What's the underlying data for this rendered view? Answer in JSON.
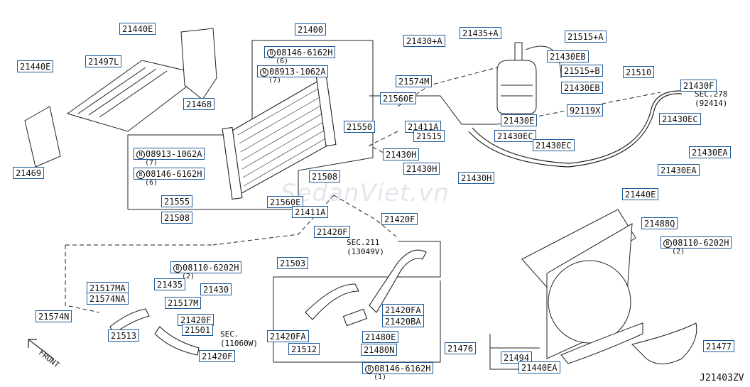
{
  "diagram": {
    "code": "J21403ZV",
    "front_label": "FRONT",
    "watermark": "SedanViet.vn",
    "sec_refs": [
      {
        "text": "SEC.278",
        "sub": "(92414)"
      },
      {
        "text": "SEC.211",
        "sub": "(13049V)"
      },
      {
        "text": "SEC.",
        "sub": "(11060W)"
      }
    ],
    "parts": [
      {
        "id": "21440E_a",
        "text": "21440E"
      },
      {
        "id": "21440E_b",
        "text": "21440E"
      },
      {
        "id": "21497L",
        "text": "21497L"
      },
      {
        "id": "21468",
        "text": "21468"
      },
      {
        "id": "21469",
        "text": "21469"
      },
      {
        "id": "21400",
        "text": "21400"
      },
      {
        "id": "b1",
        "text": "08146-6162H",
        "sub": "(6)"
      },
      {
        "id": "n1",
        "text": "08913-1062A",
        "sub": "(7)"
      },
      {
        "id": "21574M",
        "text": "21574M"
      },
      {
        "id": "21560E_a",
        "text": "21560E"
      },
      {
        "id": "21550",
        "text": "21550"
      },
      {
        "id": "21411A_a",
        "text": "21411A"
      },
      {
        "id": "21515",
        "text": "21515"
      },
      {
        "id": "n2",
        "text": "08913-1062A",
        "sub": "(7)"
      },
      {
        "id": "b2",
        "text": "08146-6162H",
        "sub": "(6)"
      },
      {
        "id": "21508_a",
        "text": "21508"
      },
      {
        "id": "21555",
        "text": "21555"
      },
      {
        "id": "21560E_b",
        "text": "21560E"
      },
      {
        "id": "21411A_b",
        "text": "21411A"
      },
      {
        "id": "21508_b",
        "text": "21508"
      },
      {
        "id": "21430A",
        "text": "21430+A"
      },
      {
        "id": "21435A",
        "text": "21435+A"
      },
      {
        "id": "21515A",
        "text": "21515+A"
      },
      {
        "id": "21430EB_a",
        "text": "21430EB"
      },
      {
        "id": "21515B",
        "text": "21515+B"
      },
      {
        "id": "21510",
        "text": "21510"
      },
      {
        "id": "21430EB_b",
        "text": "21430EB"
      },
      {
        "id": "21430F",
        "text": "21430F"
      },
      {
        "id": "92119X",
        "text": "92119X"
      },
      {
        "id": "21430E",
        "text": "21430E"
      },
      {
        "id": "21430EC_a",
        "text": "21430EC"
      },
      {
        "id": "21430EC_b",
        "text": "21430EC"
      },
      {
        "id": "21430EC_c",
        "text": "21430EC"
      },
      {
        "id": "21430H_a",
        "text": "21430H"
      },
      {
        "id": "21430H_b",
        "text": "21430H"
      },
      {
        "id": "21430H_c",
        "text": "21430H"
      },
      {
        "id": "21430EA_a",
        "text": "21430EA"
      },
      {
        "id": "21430EA_b",
        "text": "21430EA"
      },
      {
        "id": "21440E_c",
        "text": "21440E"
      },
      {
        "id": "21488Q",
        "text": "21488Q"
      },
      {
        "id": "b3",
        "text": "08110-6202H",
        "sub": "(2)"
      },
      {
        "id": "21420F_a",
        "text": "21420F"
      },
      {
        "id": "21420F_b",
        "text": "21420F"
      },
      {
        "id": "21503",
        "text": "21503"
      },
      {
        "id": "b4",
        "text": "08110-6202H",
        "sub": "(2)"
      },
      {
        "id": "21517MA",
        "text": "21517MA"
      },
      {
        "id": "21574NA",
        "text": "21574NA"
      },
      {
        "id": "21435",
        "text": "21435"
      },
      {
        "id": "21430",
        "text": "21430"
      },
      {
        "id": "21517M",
        "text": "21517M"
      },
      {
        "id": "21574N",
        "text": "21574N"
      },
      {
        "id": "21420F_c",
        "text": "21420F"
      },
      {
        "id": "21501",
        "text": "21501"
      },
      {
        "id": "21513",
        "text": "21513"
      },
      {
        "id": "21420F_d",
        "text": "21420F"
      },
      {
        "id": "21420FA_a",
        "text": "21420FA"
      },
      {
        "id": "21420BA",
        "text": "21420BA"
      },
      {
        "id": "21420FA_b",
        "text": "21420FA"
      },
      {
        "id": "21480E",
        "text": "21480E"
      },
      {
        "id": "21512",
        "text": "21512"
      },
      {
        "id": "21480N",
        "text": "21480N"
      },
      {
        "id": "b5",
        "text": "08146-6162H",
        "sub": "(1)"
      },
      {
        "id": "21476",
        "text": "21476"
      },
      {
        "id": "21494",
        "text": "21494"
      },
      {
        "id": "21440EA",
        "text": "21440EA"
      },
      {
        "id": "21477",
        "text": "21477"
      }
    ]
  }
}
